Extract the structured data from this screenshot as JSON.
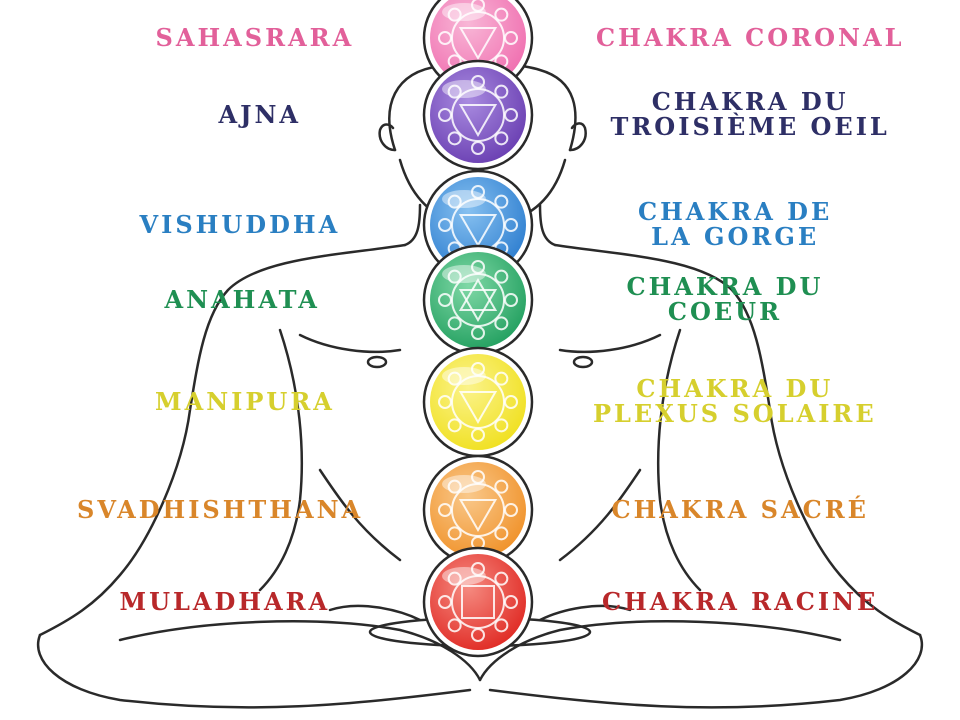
{
  "chakras": [
    {
      "sanskrit": "SAHASRARA",
      "name_lines": [
        "CHAKRA CORONAL"
      ],
      "color": "#e2609a",
      "fill": "#f06fb0",
      "light": "#f8b6d6"
    },
    {
      "sanskrit": "AJNA",
      "name_lines": [
        "CHAKRA DU",
        "TROISIÈME OEIL"
      ],
      "color": "#2e2f66",
      "fill": "#6a3fb2",
      "light": "#a98be0"
    },
    {
      "sanskrit": "VISHUDDHA",
      "name_lines": [
        "CHAKRA DE",
        "LA GORGE"
      ],
      "color": "#2a7fc2",
      "fill": "#2f7fd0",
      "light": "#86c0f0"
    },
    {
      "sanskrit": "ANAHATA",
      "name_lines": [
        "CHAKRA DU",
        "COEUR"
      ],
      "color": "#1f8f52",
      "fill": "#23a060",
      "light": "#7fd8a6"
    },
    {
      "sanskrit": "MANIPURA",
      "name_lines": [
        "CHAKRA DU",
        "PLEXUS SOLAIRE"
      ],
      "color": "#d6cf2e",
      "fill": "#f0e020",
      "light": "#fbf38a"
    },
    {
      "sanskrit": "SVADHISHTHANA",
      "name_lines": [
        "CHAKRA SACRÉ"
      ],
      "color": "#d9862a",
      "fill": "#f0922a",
      "light": "#f9c88a"
    },
    {
      "sanskrit": "MULADHARA",
      "name_lines": [
        "CHAKRA RACINE"
      ],
      "color": "#b8282a",
      "fill": "#e02a24",
      "light": "#f58a80"
    }
  ]
}
